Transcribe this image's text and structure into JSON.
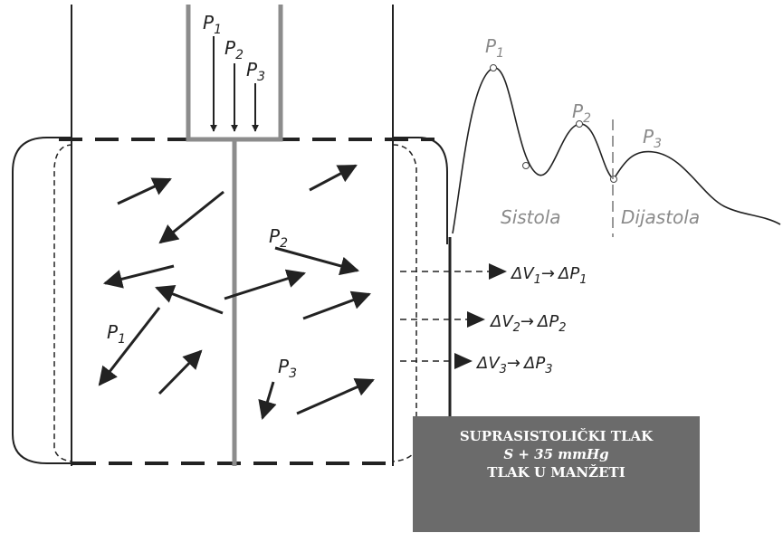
{
  "labels": {
    "p1": "P",
    "p1_sub": "1",
    "p2": "P",
    "p2_sub": "2",
    "p3": "P",
    "p3_sub": "3"
  },
  "waveform": {
    "p1": "P",
    "p1_sub": "1",
    "p2": "P",
    "p2_sub": "2",
    "p3": "P",
    "p3_sub": "3",
    "systole": "Sistola",
    "diastole": "Dijastola"
  },
  "transfer": [
    {
      "dv": "ΔV",
      "dv_sub": "1",
      "arrow": "→",
      "dp": "ΔP",
      "dp_sub": "1"
    },
    {
      "dv": "ΔV",
      "dv_sub": "2",
      "arrow": "→",
      "dp": "ΔP",
      "dp_sub": "2"
    },
    {
      "dv": "ΔV",
      "dv_sub": "3",
      "arrow": "→",
      "dp": "ΔP",
      "dp_sub": "3"
    }
  ],
  "cuff_box": {
    "line1": "SUPRASISTOLIČKI TLAK",
    "line2": "S + 35 mmHg",
    "line3": "TLAK U MANŽETI"
  },
  "colors": {
    "line": "#222222",
    "rod": "#8c8c8c",
    "box_bg": "#6b6b6b",
    "wave_text": "#8a8a8a"
  }
}
